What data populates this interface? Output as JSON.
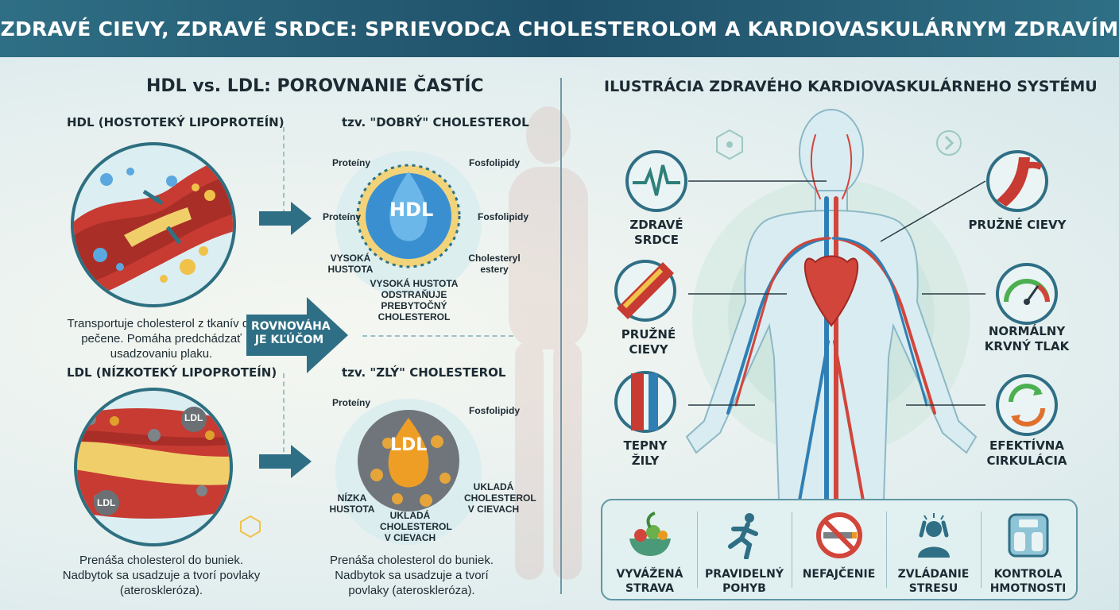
{
  "header": {
    "title": "ZDRAVÉ CIEVY, ZDRAVÉ SRDCE: SPRIEVODCA CHOLESTEROLOM A KARDIOVASKULÁRNYM ZDRAVÍM"
  },
  "left": {
    "title": "HDL vs. LDL: POROVNANIE ČASTÍC",
    "hdl": {
      "heading": "HDL (HOSTOTEKÝ LIPOPROTEÍN)",
      "badge": "tzv. \"DOBRÝ\" CHOLESTEROL",
      "particle_label": "HDL",
      "desc": "Transportuje cholesterol z tkanív do pečene. Pomáha predchádzať usadzovaniu plaku.",
      "labels": {
        "proteins_top": "Proteíny",
        "phospho_top": "Fosfolipidy",
        "proteins_mid": "Proteíny",
        "phospho_mid": "Fosfolipidy",
        "density": "VYSOKÁ HUSTOTA",
        "esters": "Cholesteryl estery",
        "caption": "VYSOKÁ HUSTOTA ODSTRAŇUJE PREBYTOČNÝ CHOLESTEROL"
      }
    },
    "balance": "ROVNOVÁHA JE KĽÚČOM",
    "ldl": {
      "heading": "LDL (NÍZKOTEKÝ LIPOPROTEÍN)",
      "badge": "tzv. \"ZLÝ\" CHOLESTEROL",
      "particle_label": "LDL",
      "vessel_label_1": "LDL",
      "vessel_label_2": "LDL",
      "desc": "Prenáša cholesterol do buniek. Nadbytok sa usadzuje a tvorí povlaky (ateroskleróza).",
      "desc2": "Prenáša cholesterol do buniek. Nadbytok sa usadzuje a tvorí povlaky (ateroskleróza).",
      "labels": {
        "proteins": "Proteíny",
        "phospho": "Fosfolipidy",
        "density": "NÍZKA HUSTOTA",
        "deposits_right": "UKLADÁ CHOLESTEROL V CIEVACH",
        "deposits_bottom": "UKLADÁ CHOLESTEROL V CIEVACH"
      }
    }
  },
  "right": {
    "title": "ILUSTRÁCIA ZDRAVÉHO KARDIOVASKULÁRNEHO SYSTÉMU",
    "callouts": [
      {
        "label": "ZDRAVÉ SRDCE",
        "icon": "heartbeat-icon"
      },
      {
        "label": "PRUŽNÉ CIEVY",
        "icon": "vessel-icon"
      },
      {
        "label": "TEPNY ŽILY",
        "icon": "artery-vein-icon"
      },
      {
        "label": "PRUŽNÉ CIEVY",
        "icon": "vessel-icon"
      },
      {
        "label": "NORMÁLNY KRVNÝ TLAK",
        "icon": "gauge-icon"
      },
      {
        "label": "EFEKTÍVNA CIRKULÁCIA",
        "icon": "circulation-icon"
      }
    ],
    "lifestyle": [
      {
        "label": "VYVÁŽENÁ STRAVA",
        "icon": "food-icon"
      },
      {
        "label": "PRAVIDELNÝ POHYB",
        "icon": "running-icon"
      },
      {
        "label": "NEFAJČENIE",
        "icon": "no-smoking-icon"
      },
      {
        "label": "ZVLÁDANIE STRESU",
        "icon": "stress-icon"
      },
      {
        "label": "KONTROLA HMOTNOSTI",
        "icon": "scale-icon"
      }
    ]
  },
  "colors": {
    "header": "#1f5069",
    "artery": "#d2453b",
    "vein": "#2f7fb5",
    "hdl": "#3a8fd0",
    "ldl": "#e69a22",
    "accent": "#2d7383"
  }
}
